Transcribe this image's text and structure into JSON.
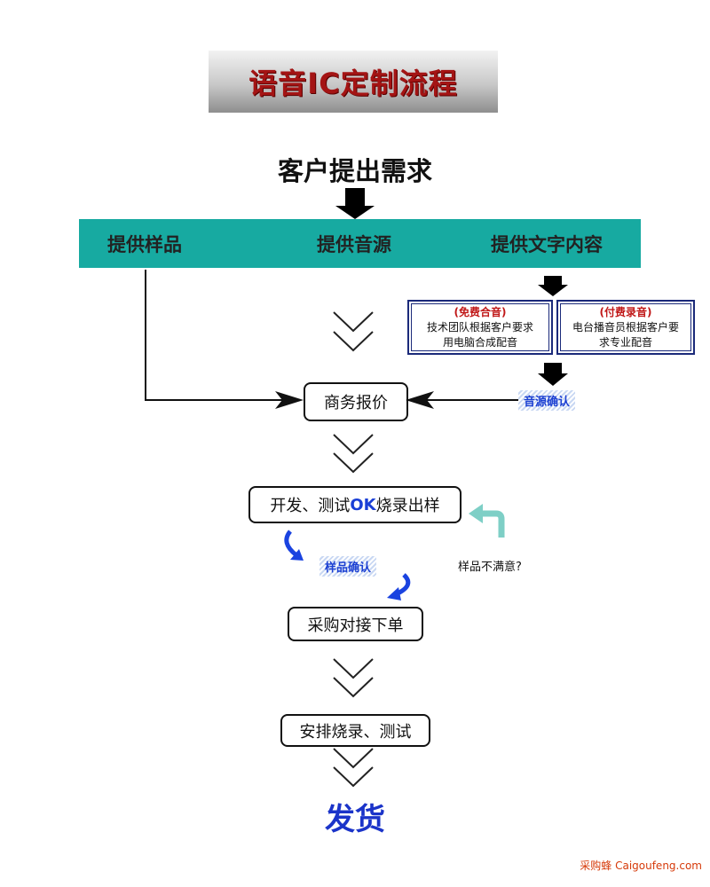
{
  "title": "语音IC定制流程",
  "steps": {
    "request": "客户提出需求",
    "quote": "商务报价",
    "develop_prefix": "开发、测试",
    "develop_ok": "OK",
    "develop_suffix": "烧录出样",
    "purchase": "采购对接下单",
    "production": "安排烧录、测试",
    "ship": "发货"
  },
  "options": {
    "sample": "提供样品",
    "audio": "提供音源",
    "text": "提供文字内容"
  },
  "voice_options": [
    {
      "title": "(免费合音)",
      "desc": [
        "技术团队根据客户要求",
        "用电脑合成配音"
      ]
    },
    {
      "title": "(付费录音)",
      "desc": [
        "电台播音员根据客户要",
        "求专业配音"
      ]
    }
  ],
  "tags": {
    "audio_confirm": "音源确认",
    "sample_confirm": "样品确认"
  },
  "feedback": "样品不满意?",
  "footer": "采购蜂 Caigoufeng.com",
  "colors": {
    "title_red": "#a41414",
    "teal": "#17aaa1",
    "blue": "#1b34c9",
    "loop_arrow": "#7ecfc6",
    "footer": "#d63a0a"
  }
}
